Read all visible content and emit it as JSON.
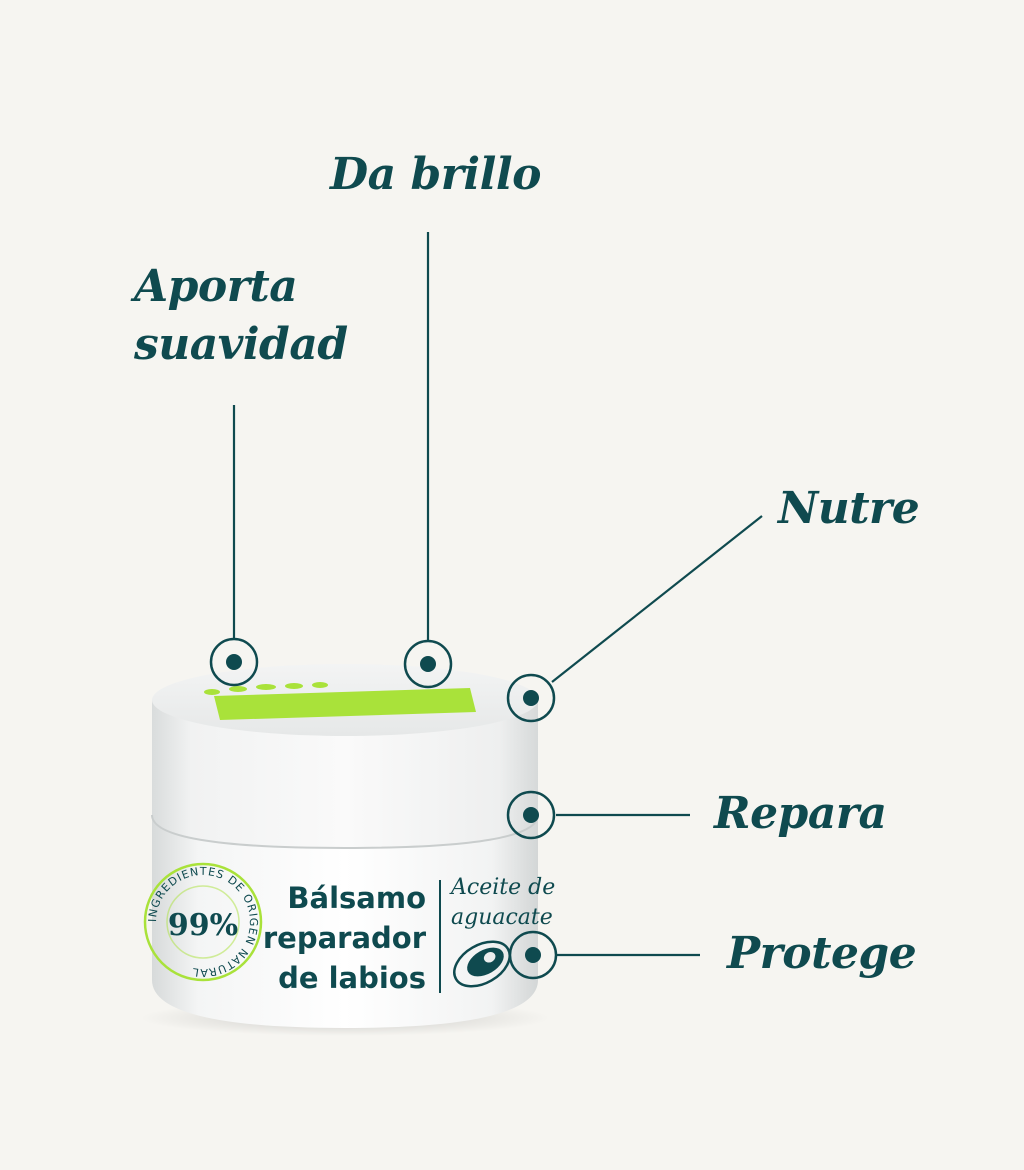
{
  "colors": {
    "background": "#f6f5f1",
    "accent_teal": "#0f4a4f",
    "lime_label": "#a9e23a",
    "jar_white": "#eceeee"
  },
  "callouts": {
    "aporta_suavidad": "Aporta suavidad",
    "da_brillo": "Da brillo",
    "nutre": "Nutre",
    "repara": "Repara",
    "protege": "Protege"
  },
  "product": {
    "name_line1": "Bálsamo",
    "name_line2": "reparador",
    "name_line3": "de labios",
    "ingredient_line1": "Aceite de",
    "ingredient_line2": "aguacate",
    "badge_percent": "99%",
    "badge_ring_text": "INGREDIENTES DE ORIGEN NATURAL",
    "lid_icon": "avocado-icon"
  }
}
